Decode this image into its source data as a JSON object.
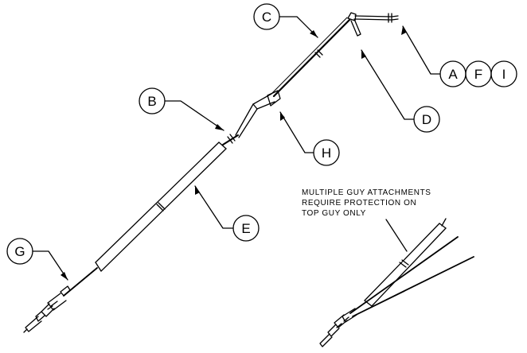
{
  "callouts": {
    "a": "A",
    "b": "B",
    "c": "C",
    "d": "D",
    "e": "E",
    "f": "F",
    "g": "G",
    "h": "H",
    "i": "I"
  },
  "note": {
    "line1": "MULTIPLE GUY ATTACHMENTS",
    "line2": "REQUIRE PROTECTION ON",
    "line3": "TOP GUY ONLY"
  }
}
